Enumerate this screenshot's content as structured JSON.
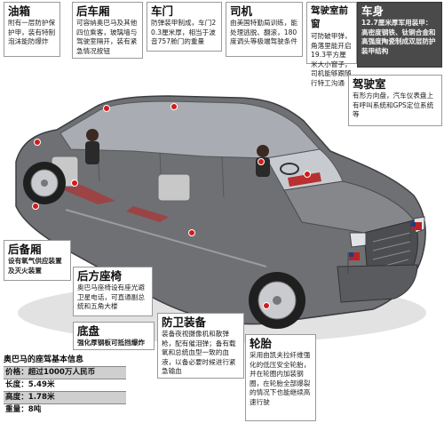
{
  "labels": {
    "fuel_tank": {
      "title": "油箱",
      "text": "附有一层防护保护甲，装有特制泡沫能防爆炸"
    },
    "rear_cabin": {
      "title": "后车厢",
      "text": "可容纳奥巴马及其他四位乘客，玻璃墙与驾驶室隔开，装有紧急情况按钮"
    },
    "doors": {
      "title": "车门",
      "text": "防弹装甲制成，车门20.3厘米厚，相当于波音757舱门的重量"
    },
    "driver": {
      "title": "司机",
      "text": "由美国特勤局训练，能处理逃脱、翻滚，180度调头等极端驾驶条件"
    },
    "cab_windows": {
      "title": "驾驶室前窗",
      "text": "可防破甲弹，角落里能开启19.3平方厘米大小窗子，司机能够跟随行特工沟通"
    },
    "body": {
      "title": "车身",
      "text": "12.7厘米厚军用装甲：高密度钢铁、钛铜合金和高强度陶瓷制成双层防护装甲结构"
    },
    "cab": {
      "title": "驾驶室",
      "text": "有形方向盘，汽车仪表盘上有呼叫系统和GPS定位系统等"
    },
    "trunk": {
      "title": "后备厢",
      "text": "设有氧气供应装置及灭火装置"
    },
    "rear_seats": {
      "title": "后方座椅",
      "text": "奥巴马座椅设有座光避卫星电话，可直通副总统和五角大楼"
    },
    "chassis": {
      "title": "底盘",
      "text": "强化厚钢板可抵挡爆炸"
    },
    "defense": {
      "title": "防卫装备",
      "text": "装备夜视摄像机和散弹枪，配有催泪弹；备有载氧和总统血型一致的血液，以备必要时候进行紧急输血"
    },
    "tires": {
      "title": "轮胎",
      "text": "采用由凯夫拉纤维强化的低压安全轮胎，并在轮圈内加装钢圈，在轮胎全部爆裂的情况下也能继续高速行驶"
    }
  },
  "specs": {
    "title": "奥巴马的座驾基本信息",
    "rows": [
      {
        "text": "价格：超过1000万人民币"
      },
      {
        "text": "长度：5.49米"
      },
      {
        "text": "高度：1.78米"
      },
      {
        "text": "重量：8吨"
      }
    ]
  },
  "colors": {
    "car_body": "#6e7074",
    "marker": "#d21b1b",
    "dark_panel": "#4a4a4a"
  }
}
